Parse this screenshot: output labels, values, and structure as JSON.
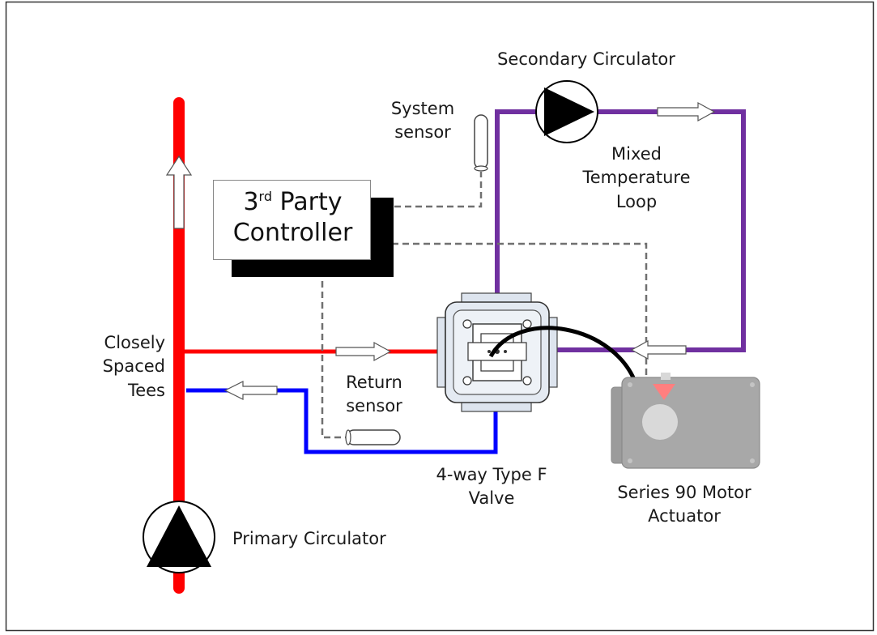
{
  "colors": {
    "primary_loop": "#ff0000",
    "return_line": "#0000ff",
    "mixed_loop": "#7030a0",
    "sensor_wire": "#707070",
    "pump": "#000000"
  },
  "controller": {
    "line1_prefix": "3",
    "line1_sup": "rd",
    "line1_suffix": "Party",
    "line2": "Controller"
  },
  "labels": {
    "secondary_circulator": "Secondary Circulator",
    "system_sensor_line1": "System",
    "system_sensor_line2": "sensor",
    "mixed_loop_line1": "Mixed",
    "mixed_loop_line2": "Temperature",
    "mixed_loop_line3": "Loop",
    "tees_line1": "Closely",
    "tees_line2": "Spaced",
    "tees_line3": "Tees",
    "return_sensor_line1": "Return",
    "return_sensor_line2": "sensor",
    "valve_line1": "4-way Type F",
    "valve_line2": "Valve",
    "actuator_line1": "Series 90 Motor",
    "actuator_line2": "Actuator",
    "primary_circulator": "Primary Circulator"
  },
  "icons": [
    "primary-pump-icon",
    "secondary-pump-icon",
    "valve-icon",
    "actuator-icon",
    "sensor-icon",
    "flow-arrow-icon"
  ]
}
